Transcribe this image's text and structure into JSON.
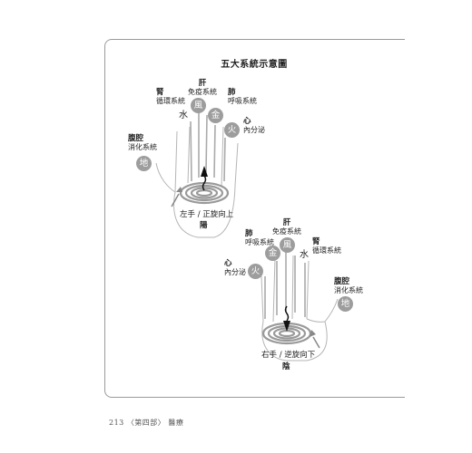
{
  "title": "五大系統示意圖",
  "left_hand": {
    "kidney": {
      "organ": "腎",
      "system": "循環系統",
      "element": "水"
    },
    "liver": {
      "organ": "肝",
      "system": "免疫系統",
      "element": "風"
    },
    "lung": {
      "organ": "肺",
      "system": "呼吸系統",
      "element": "金"
    },
    "heart": {
      "organ": "心",
      "system": "內分泌",
      "element": "火"
    },
    "abdomen": {
      "organ": "腹腔",
      "system": "消化系統",
      "element": "地"
    },
    "caption": "左手 / 正旋向上",
    "polarity": "陽"
  },
  "right_hand": {
    "lung": {
      "organ": "肺",
      "system": "呼吸系統",
      "element": "金"
    },
    "liver": {
      "organ": "肝",
      "system": "免疫系統",
      "element": "風"
    },
    "kidney": {
      "organ": "腎",
      "system": "循環系統",
      "element": "水"
    },
    "heart": {
      "organ": "心",
      "system": "內分泌",
      "element": "火"
    },
    "abdomen": {
      "organ": "腹腔",
      "system": "消化系統",
      "element": "地"
    },
    "caption": "右手 / 逆旋向下",
    "polarity": "陰"
  },
  "footer": "213 〈第四部〉 醫療"
}
